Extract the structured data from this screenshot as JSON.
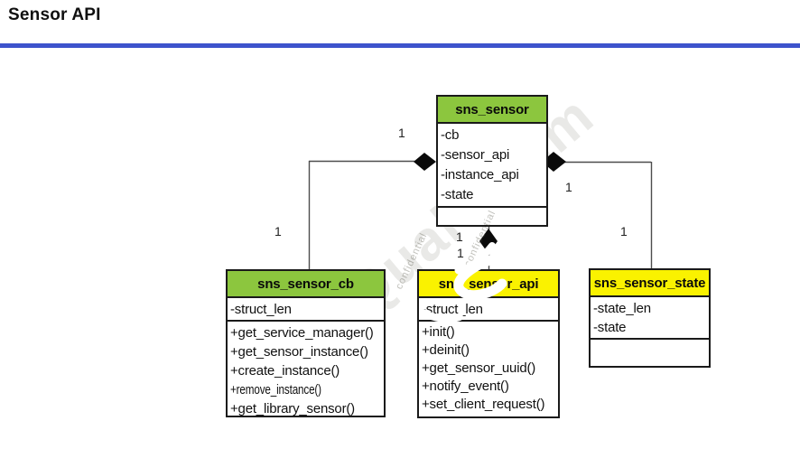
{
  "title": "Sensor API",
  "watermark": {
    "main": "Qualcomm",
    "small_1": "confidential",
    "small_2": "confidential"
  },
  "colors": {
    "accent_rule": "#3D53CC",
    "green_header": "#8CC63E",
    "yellow_header": "#FAF200",
    "box_border": "#1A1A1A",
    "connector": "#4D4D4D"
  },
  "diagram": {
    "classes": [
      {
        "name": "sns_sensor",
        "header_color": "green",
        "attributes": [
          "-cb",
          "-sensor_api",
          "-instance_api",
          "-state"
        ],
        "methods": []
      },
      {
        "name": "sns_sensor_cb",
        "header_color": "green",
        "attributes": [
          "-struct_len"
        ],
        "methods": [
          "+get_service_manager()",
          "+get_sensor_instance()",
          "+create_instance()",
          "+remove_instance()",
          "+get_library_sensor()"
        ]
      },
      {
        "name": "sns_sensor_api",
        "header_color": "yellow",
        "attributes": [
          "-struct_len"
        ],
        "methods": [
          "+init()",
          "+deinit()",
          "+get_sensor_uuid()",
          "+notify_event()",
          "+set_client_request()"
        ]
      },
      {
        "name": "sns_sensor_state",
        "header_color": "yellow",
        "attributes": [
          "-state_len",
          "-state"
        ],
        "methods": []
      }
    ],
    "multiplicities": {
      "sensor_cb_near": "1",
      "cb_far": "1",
      "sensor_state_near": "1",
      "state_far": "1",
      "sensor_api_near": "1",
      "api_far": "1"
    }
  }
}
